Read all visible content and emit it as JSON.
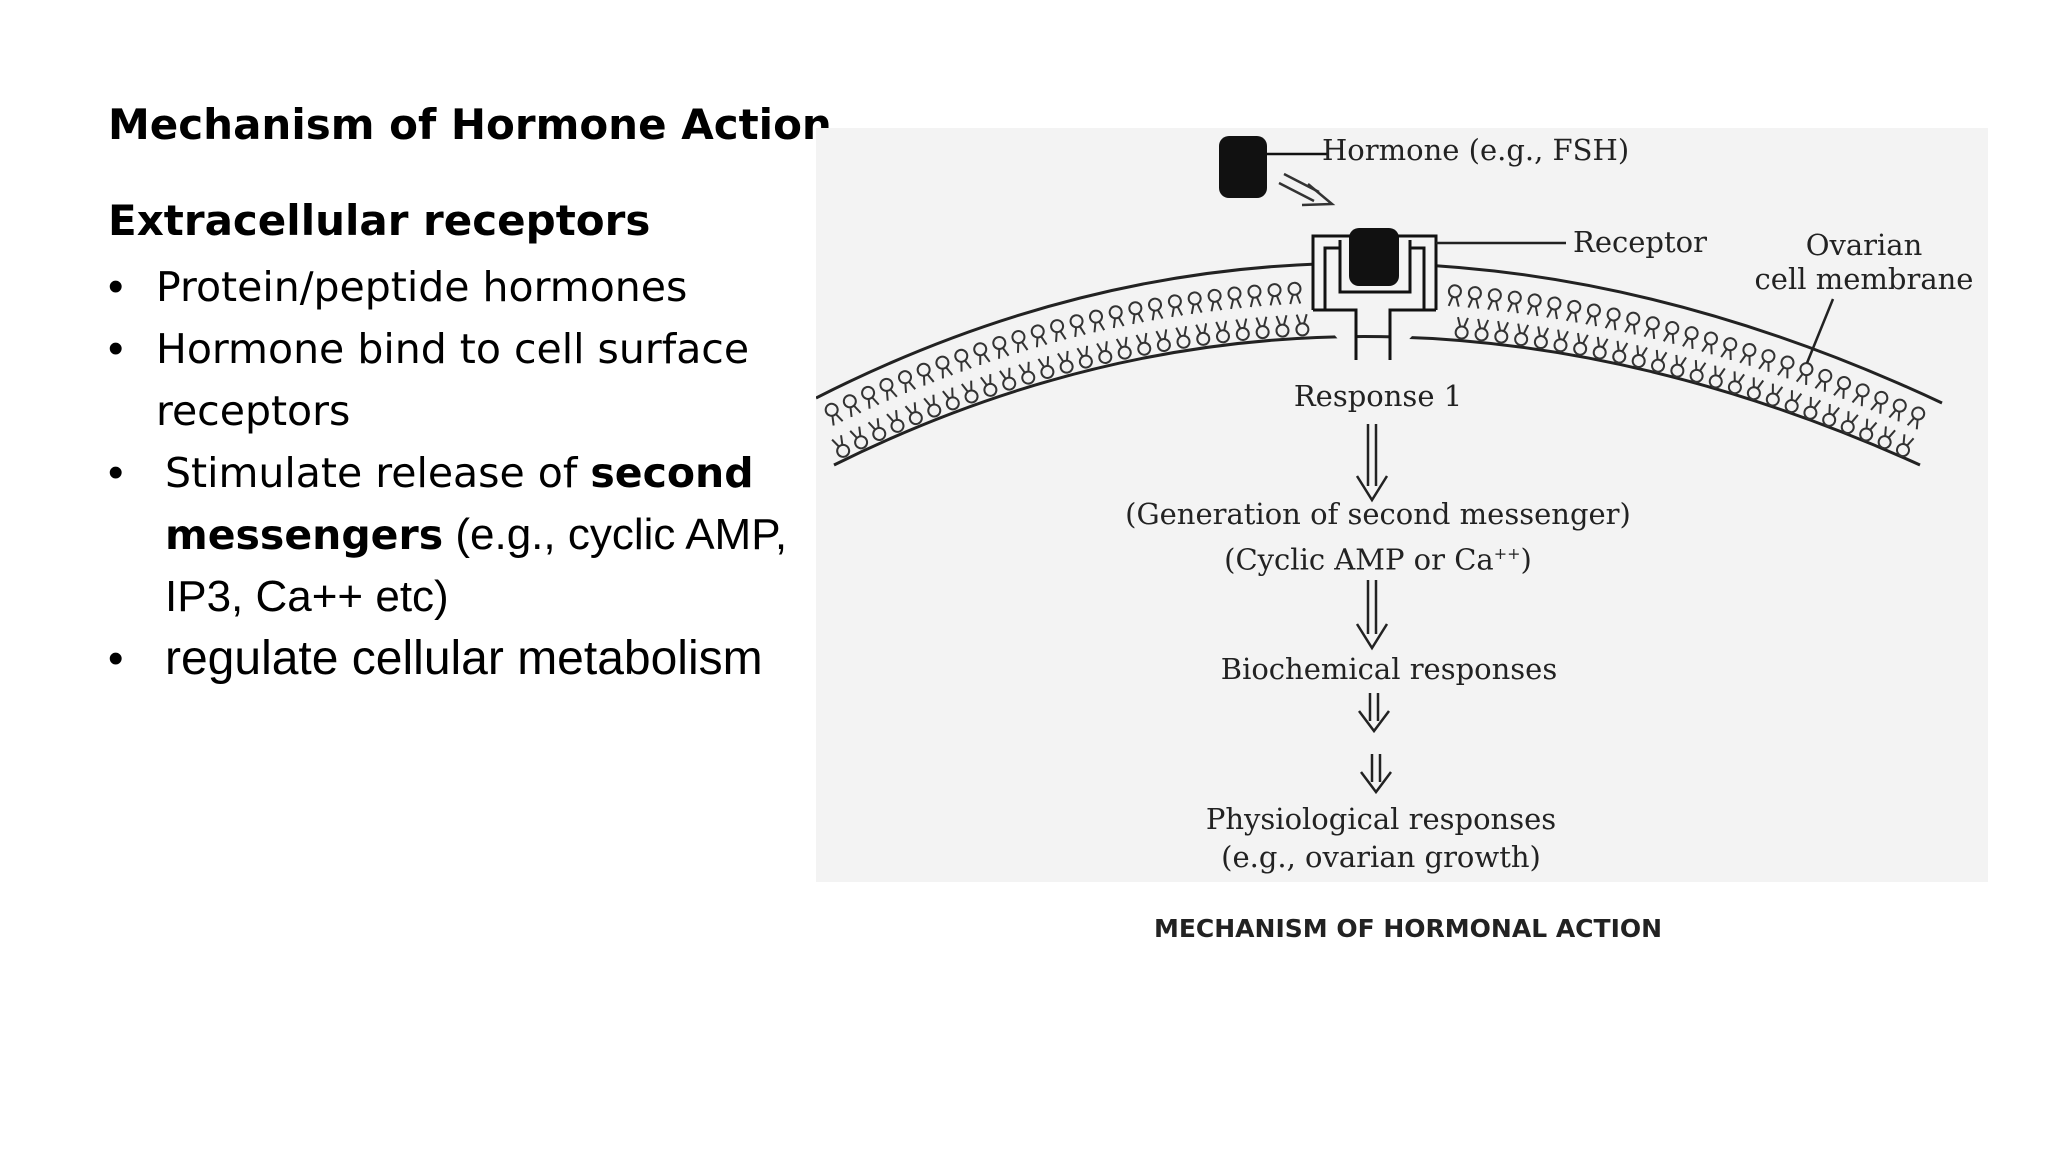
{
  "slide": {
    "title": "Mechanism of Hormone Action",
    "subheading": "Extracellular receptors",
    "bullet_char": "•",
    "bullets": [
      {
        "text": "Protein/peptide hormones"
      },
      {
        "text": "Hormone bind to cell surface receptors"
      },
      {
        "text_plain": "Stimulate release of ",
        "text_bold": "second messengers",
        "text_rest": " (e.g., cyclic AMP, IP3, Ca++ etc)"
      },
      {
        "text": "regulate cellular metabolism"
      }
    ]
  },
  "diagram": {
    "labels": {
      "hormone": "Hormone (e.g., FSH)",
      "receptor": "Receptor",
      "membrane_line1": "Ovarian",
      "membrane_line2": "cell membrane",
      "response1": "Response 1",
      "second_messenger_line1": "(Generation of second messenger)",
      "second_messenger_line2": "(Cyclic AMP or Ca",
      "second_messenger_sup": "++",
      "second_messenger_close": ")",
      "biochemical": "Biochemical responses",
      "physiological_line1": "Physiological responses",
      "physiological_line2": "(e.g., ovarian growth)"
    },
    "caption": "MECHANISM OF HORMONAL ACTION"
  }
}
